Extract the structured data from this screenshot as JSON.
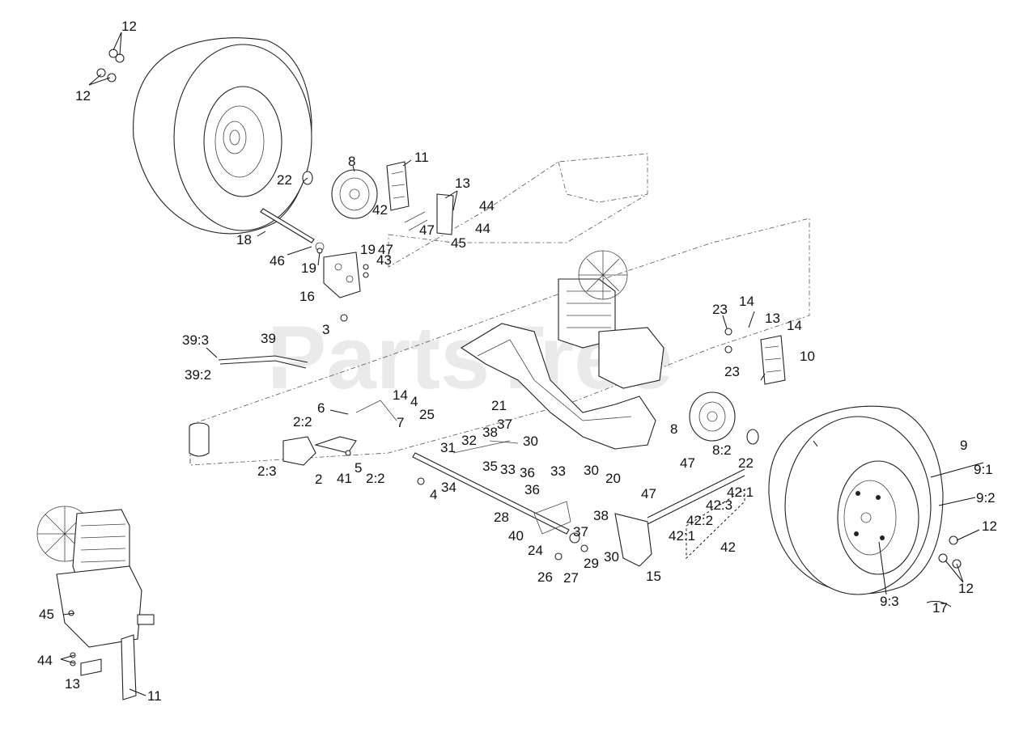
{
  "watermark": "PartsTree",
  "callouts": [
    "12",
    "12",
    "8",
    "11",
    "22",
    "13",
    "44",
    "42",
    "47",
    "44",
    "45",
    "47",
    "18",
    "19",
    "43",
    "46",
    "19",
    "16",
    "3",
    "39:3",
    "39",
    "39:2",
    "23",
    "14",
    "13",
    "14",
    "10",
    "23",
    "6",
    "14",
    "4",
    "2:2",
    "7",
    "25",
    "21",
    "38",
    "37",
    "30",
    "32",
    "31",
    "35",
    "33",
    "36",
    "8",
    "8:2",
    "22",
    "9",
    "2:3",
    "2",
    "41",
    "5",
    "2:2",
    "4",
    "34",
    "33",
    "30",
    "20",
    "36",
    "38",
    "47",
    "42:1",
    "47",
    "42:3",
    "9:1",
    "9:2",
    "28",
    "40",
    "37",
    "24",
    "26",
    "27",
    "29",
    "30",
    "15",
    "42:2",
    "42:1",
    "42",
    "12",
    "45",
    "9:3",
    "12",
    "17",
    "44",
    "13",
    "11"
  ],
  "colors": {
    "line": "#111111",
    "watermark": "#d9d9d9",
    "background": "#ffffff"
  }
}
